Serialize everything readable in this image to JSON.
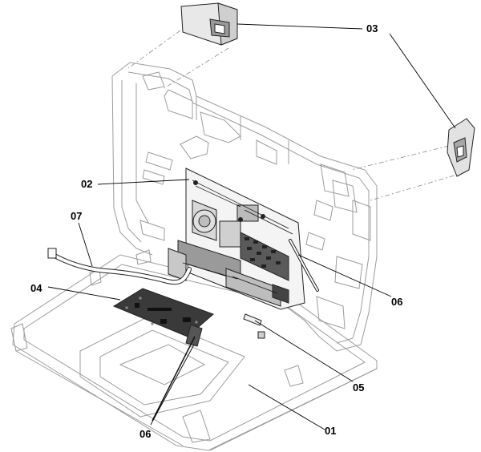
{
  "callouts": {
    "c01": "01",
    "c02": "02",
    "c03": "03",
    "c04": "04",
    "c05": "05",
    "c06a": "06",
    "c06b": "06",
    "c07": "07"
  },
  "colors": {
    "line": "#000000",
    "ghost": "#9c9c9c",
    "board": "#3a3a3a"
  }
}
